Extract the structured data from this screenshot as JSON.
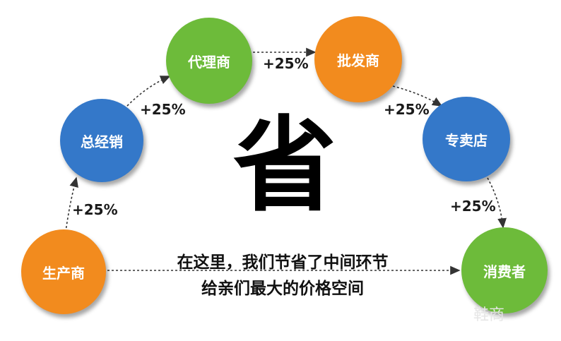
{
  "nodes": {
    "producer": {
      "label": "生产商",
      "color": "#f28b1e"
    },
    "general_distributor": {
      "label": "总经销",
      "color": "#3478c9"
    },
    "agent": {
      "label": "代理商",
      "color": "#6dbb3a"
    },
    "wholesaler": {
      "label": "批发商",
      "color": "#f28b1e"
    },
    "specialty_store": {
      "label": "专卖店",
      "color": "#3478c9"
    },
    "consumer": {
      "label": "消费者",
      "color": "#6dbb3a"
    }
  },
  "markups": {
    "producer_to_distributor": "+25%",
    "distributor_to_agent": "+25%",
    "agent_to_wholesaler": "+25%",
    "wholesaler_to_store": "+25%",
    "store_to_consumer": "+25%"
  },
  "center_character": "省",
  "caption": {
    "line1": "在这里，我们节省了中间环节",
    "line2": "给亲们最大的价格空间"
  },
  "watermark": "鞋商"
}
